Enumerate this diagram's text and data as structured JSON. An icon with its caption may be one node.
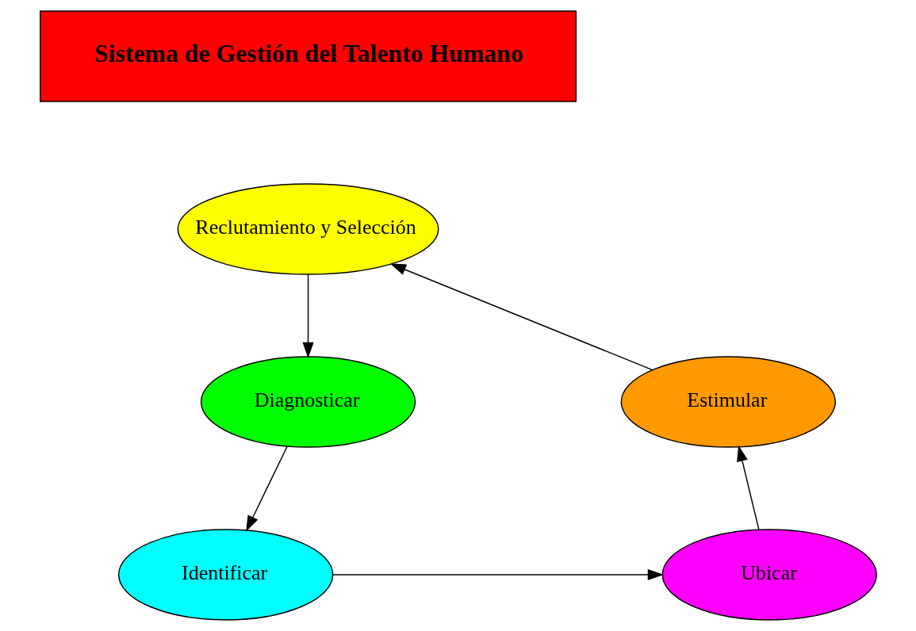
{
  "diagram": {
    "nodes": [
      {
        "text": [
          "Sistema de Gestión del Talento Humano"
        ]
      },
      {
        "text": [
          "Reclutamiento y Selección"
        ]
      },
      {
        "text": [
          "Diagnosticar"
        ]
      },
      {
        "text": [
          "Identificar"
        ]
      },
      {
        "text": [
          "Ubicar"
        ]
      },
      {
        "text": [
          "Estimular"
        ]
      }
    ],
    "edges": [
      {
        "from": 1,
        "to": 2,
        "arrow": "to"
      },
      {
        "from": 2,
        "to": 3,
        "arrow": "to"
      },
      {
        "from": 3,
        "to": 4,
        "arrow": "to"
      },
      {
        "from": 4,
        "to": 5,
        "arrow": "to"
      },
      {
        "from": 5,
        "to": 1,
        "arrow": "to"
      }
    ]
  }
}
